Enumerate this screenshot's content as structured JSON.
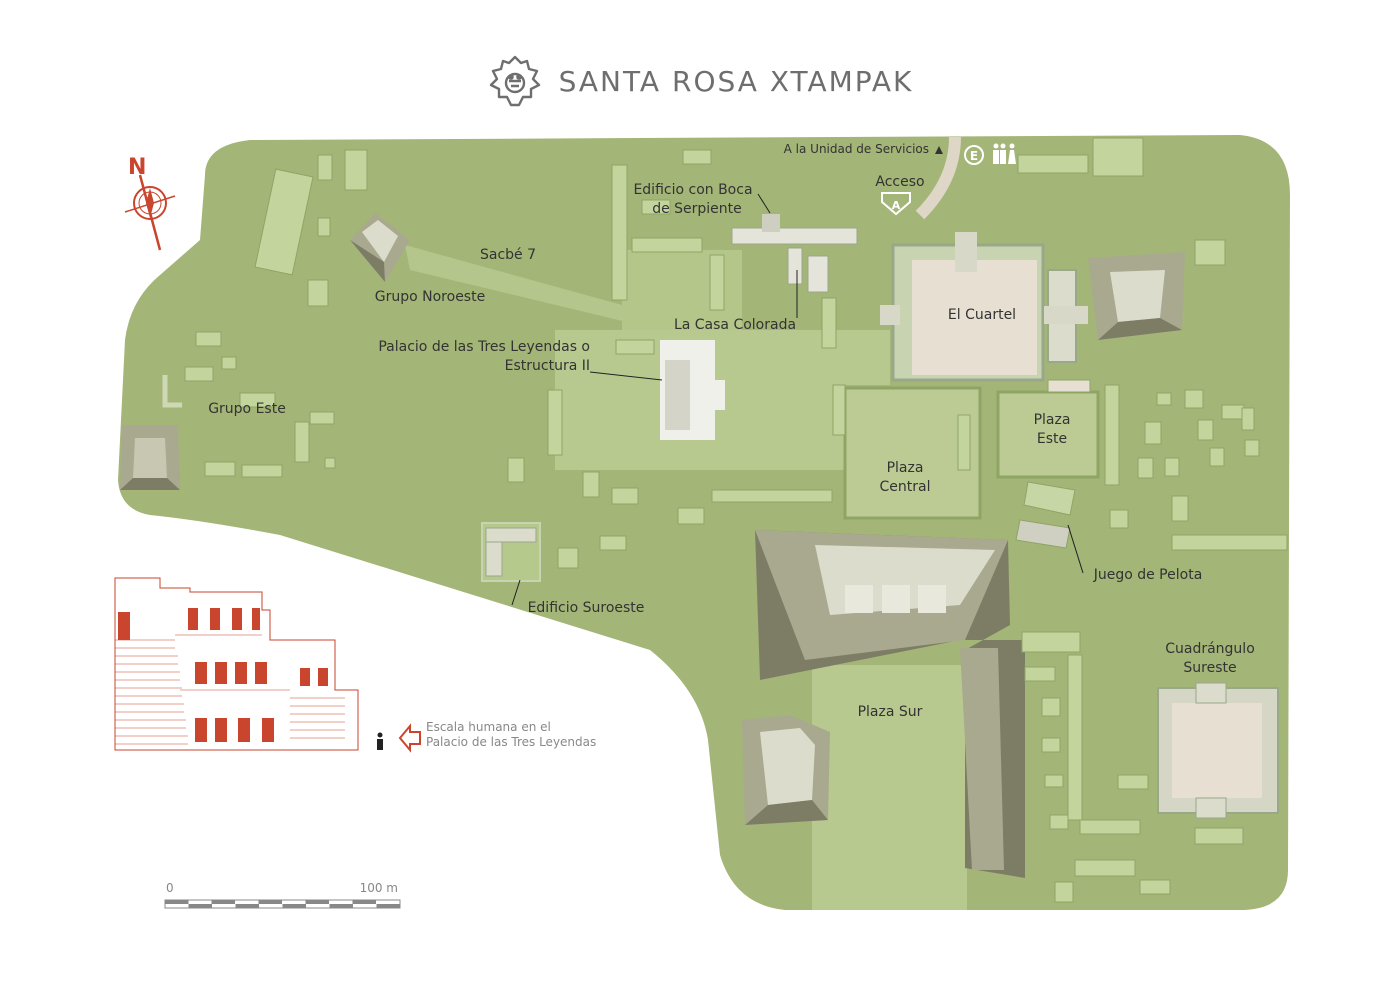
{
  "title": "SANTA ROSA XTAMPAK",
  "colors": {
    "terrain": "#a3b577",
    "plaza": "#bccb94",
    "platform": "#b5c98c",
    "building": "#d8e4c2",
    "pyramid_light": "#dcdccd",
    "pyramid_mid": "#a9a98f",
    "pyramid_dark": "#7d7d66",
    "courtyard": "#e6dfd2",
    "accent_red": "#c9452d"
  },
  "north": {
    "label": "N",
    "icon": "compass-icon"
  },
  "access": {
    "direction_label": "A la Unidad de Servicios",
    "access_label": "Acceso",
    "access_marker": "A",
    "services_badge": "E",
    "icons": [
      "parking-icon",
      "male-restroom-icon",
      "female-restroom-icon",
      "north-arrow-icon"
    ]
  },
  "labels": {
    "sacbe": "Sacbé 7",
    "grupo_noroeste": "Grupo Noroeste",
    "grupo_este": "Grupo Este",
    "edificio_boca_1": "Edificio con Boca",
    "edificio_boca_2": "de Serpiente",
    "casa_colorada": "La Casa Colorada",
    "palacio_1": "Palacio de las Tres Leyendas o",
    "palacio_2": "Estructura II",
    "el_cuartel": "El Cuartel",
    "plaza_este_1": "Plaza",
    "plaza_este_2": "Este",
    "plaza_central_1": "Plaza",
    "plaza_central_2": "Central",
    "juego_pelota": "Juego de Pelota",
    "edificio_suroeste": "Edificio Suroeste",
    "plaza_sur": "Plaza Sur",
    "cuadrangulo_1": "Cuadrángulo",
    "cuadrangulo_2": "Sureste"
  },
  "legend": {
    "human_scale_1": "Escala humana en el",
    "human_scale_2": "Palacio de las Tres Leyendas"
  },
  "scale": {
    "start": "0",
    "end": "100 m"
  }
}
